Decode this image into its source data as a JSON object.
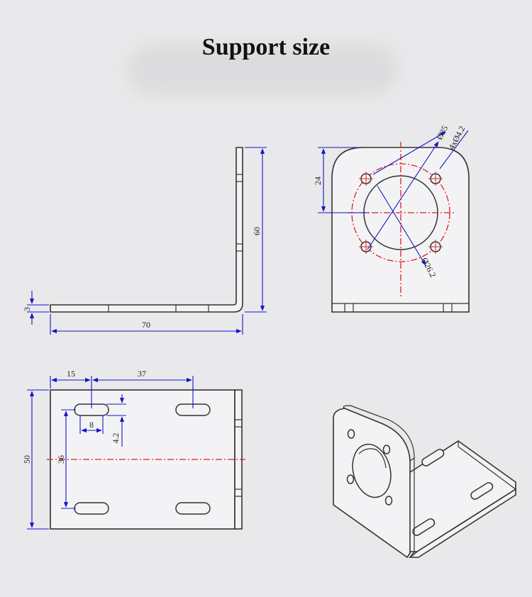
{
  "title": "Support size",
  "dims": {
    "side_thickness": "3",
    "side_length": "70",
    "side_height": "60",
    "front_offset": "24",
    "bolt_circle": "Ø35",
    "bolt_holes": "4xØ4.2",
    "center_hole": "Ø26.2",
    "slot_offset": "15",
    "slot_spacing": "37",
    "slot_length": "8",
    "slot_width": "4.2",
    "slot_vertical": "36",
    "base_width": "50"
  },
  "colors": {
    "dimension": "#1515c8",
    "centerline": "#e0201e",
    "outline": "#333333"
  }
}
